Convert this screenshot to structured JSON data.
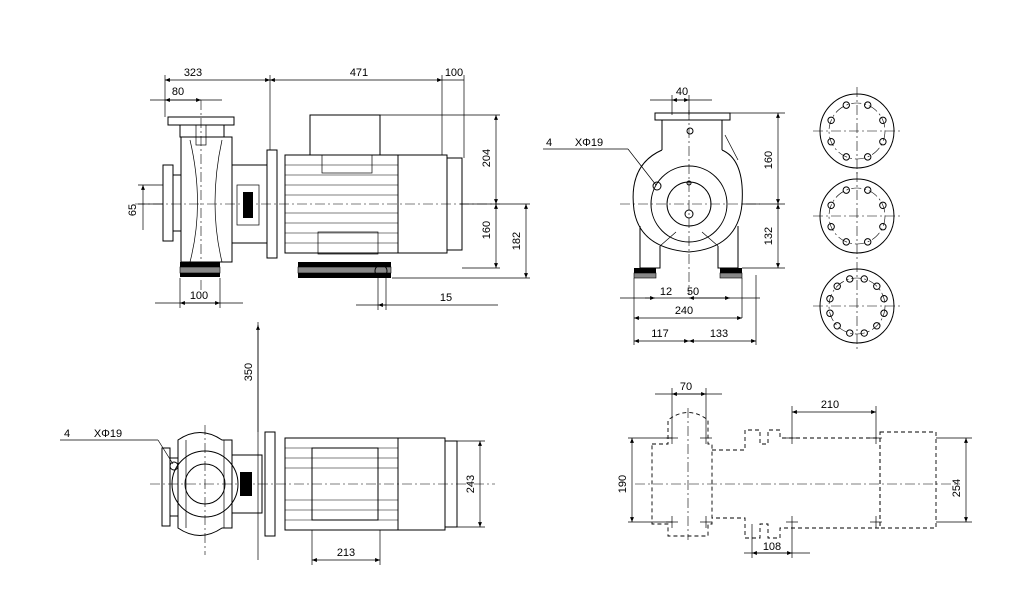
{
  "dimensions": {
    "side_view": {
      "d323": "323",
      "d471": "471",
      "d100_top": "100",
      "d80": "80",
      "d65": "65",
      "d204": "204",
      "d160": "160",
      "d182": "182",
      "d100_bottom": "100",
      "d15": "15"
    },
    "end_view": {
      "d40": "40",
      "bolt_count": "4",
      "bolt_spec": "XΦ19",
      "d160": "160",
      "d132": "132",
      "d12": "12",
      "d50": "50",
      "d240": "240",
      "d117": "117",
      "d133": "133"
    },
    "top_view": {
      "d350": "350",
      "bolt_count": "4",
      "bolt_spec": "XΦ19",
      "d243": "243",
      "d213": "213"
    },
    "foundation_view": {
      "d70": "70",
      "d210": "210",
      "d190": "190",
      "d254": "254",
      "d108": "108"
    }
  },
  "flange_variants": [
    {
      "bolt_holes": 8
    },
    {
      "bolt_holes": 8
    },
    {
      "bolt_holes": 12
    }
  ]
}
